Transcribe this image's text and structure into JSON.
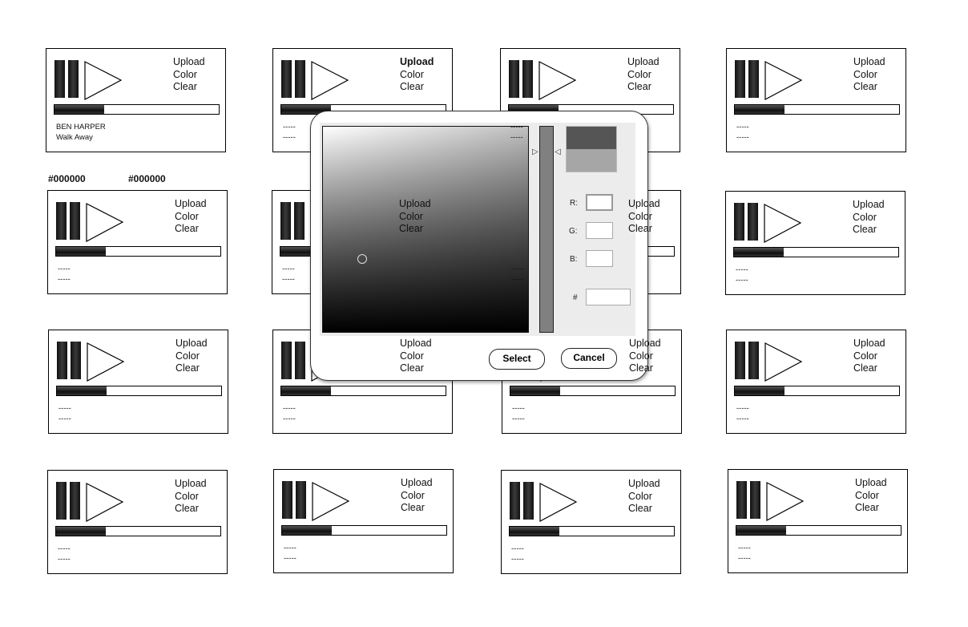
{
  "cards": [
    {
      "upload": "Upload",
      "color": "Color",
      "clear": "Clear",
      "line1": "BEN HARPER",
      "line2": "Walk Away",
      "progress": 0.3
    },
    {
      "upload": "Upload",
      "color": "Color",
      "clear": "Clear",
      "line1": "-----",
      "line2": "-----",
      "progress": 0.3,
      "bold": true
    },
    {
      "upload": "Upload",
      "color": "Color",
      "clear": "Clear",
      "line1": "-----",
      "line2": "-----",
      "progress": 0.3
    },
    {
      "upload": "Upload",
      "color": "Color",
      "clear": "Clear",
      "line1": "-----",
      "line2": "-----",
      "progress": 0.3
    },
    {
      "upload": "Upload",
      "color": "Color",
      "clear": "Clear",
      "line1": "-----",
      "line2": "-----",
      "progress": 0.3
    },
    {
      "upload": "Upload",
      "color": "Color",
      "clear": "Clear",
      "line1": "-----",
      "line2": "-----",
      "progress": 0.3
    },
    {
      "upload": "Upload",
      "color": "Color",
      "clear": "Clear",
      "line1": "-----",
      "line2": "-----",
      "progress": 0.3
    },
    {
      "upload": "Upload",
      "color": "Color",
      "clear": "Clear",
      "line1": "-----",
      "line2": "-----",
      "progress": 0.3
    },
    {
      "upload": "Upload",
      "color": "Color",
      "clear": "Clear",
      "line1": "-----",
      "line2": "-----",
      "progress": 0.3
    },
    {
      "upload": "Upload",
      "color": "Color",
      "clear": "Clear",
      "line1": "-----",
      "line2": "-----",
      "progress": 0.3
    },
    {
      "upload": "Upload",
      "color": "Color",
      "clear": "Clear",
      "line1": "-----",
      "line2": "-----",
      "progress": 0.3
    },
    {
      "upload": "Upload",
      "color": "Color",
      "clear": "Clear",
      "line1": "-----",
      "line2": "-----",
      "progress": 0.3
    },
    {
      "upload": "Upload",
      "color": "Color",
      "clear": "Clear",
      "line1": "-----",
      "line2": "-----",
      "progress": 0.3
    },
    {
      "upload": "Upload",
      "color": "Color",
      "clear": "Clear",
      "line1": "-----",
      "line2": "-----",
      "progress": 0.3
    },
    {
      "upload": "Upload",
      "color": "Color",
      "clear": "Clear",
      "line1": "-----",
      "line2": "-----",
      "progress": 0.3
    },
    {
      "upload": "Upload",
      "color": "Color",
      "clear": "Clear",
      "line1": "-----",
      "line2": "-----",
      "progress": 0.3
    }
  ],
  "hex_labels": [
    "#000000",
    "#000000"
  ],
  "dialog": {
    "r_label": "R:",
    "g_label": "G:",
    "b_label": "B:",
    "hash_label": "#",
    "r_value": "",
    "g_value": "",
    "b_value": "",
    "hex_value": "",
    "new_color": "#555555",
    "old_color": "#a6a6a6",
    "select_label": "Select",
    "cancel_label": "Cancel"
  }
}
